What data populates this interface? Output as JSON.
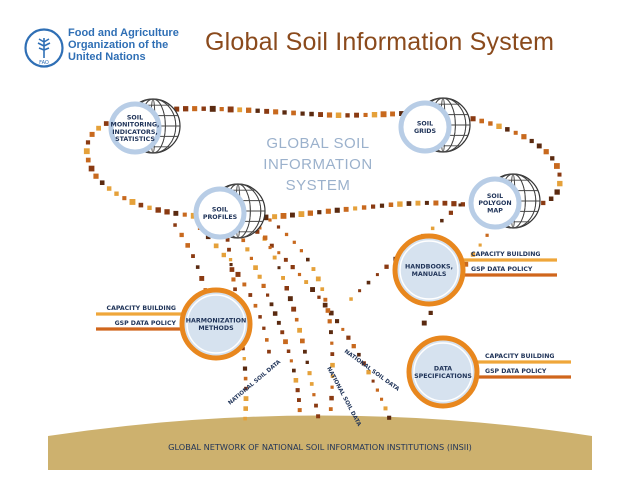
{
  "header": {
    "org_lines": [
      "Food and Agriculture",
      "Organization of the",
      "United Nations"
    ],
    "logo_text": "FAO",
    "title": "Global Soil Information System"
  },
  "diagram": {
    "center_label": [
      "GLOBAL SOIL",
      "INFORMATION",
      "SYSTEM"
    ],
    "globes": [
      {
        "key": "monitoring",
        "lines": [
          "SOIL",
          "MONITORING,",
          "INDICATORS,",
          "STATISTICS"
        ]
      },
      {
        "key": "grids",
        "lines": [
          "SOIL",
          "GRIDS"
        ]
      },
      {
        "key": "profiles",
        "lines": [
          "SOIL",
          "PROFILES"
        ]
      },
      {
        "key": "polygon",
        "lines": [
          "SOIL",
          "POLYGON",
          "MAP"
        ]
      }
    ],
    "hubs": [
      {
        "key": "handbooks",
        "lines": [
          "HANDBOOKS,",
          "MANUALS"
        ],
        "tags": [
          "CAPACITY BUILDING",
          "GSP DATA POLICY"
        ]
      },
      {
        "key": "harmonization",
        "lines": [
          "HARMONIZATION",
          "METHODS"
        ],
        "tags": [
          "CAPACITY BUILDING",
          "GSP DATA POLICY"
        ]
      },
      {
        "key": "specifications",
        "lines": [
          "DATA",
          "SPECIFICATIONS"
        ],
        "tags": [
          "CAPACITY BUILDING",
          "GSP DATA POLICY"
        ]
      }
    ],
    "streams": [
      "NATIONAL SOIL DATA",
      "NATIONAL SOIL DATA",
      "NATIONAL SOIL DATA"
    ],
    "ground_label": "GLOBAL NETWORK OF NATIONAL SOIL INFORMATION INSTITUTIONS (INSII)"
  },
  "colors": {
    "title": "#8a4a1c",
    "fao_blue": "#2f6fb5",
    "ring": "#b8cde6",
    "hub_ring": "#e8871e",
    "ground": "#cdb16e",
    "text": "#1f3358",
    "dot_palette": [
      "#8a3a12",
      "#c8691e",
      "#e5a13a",
      "#5a2a10"
    ]
  }
}
